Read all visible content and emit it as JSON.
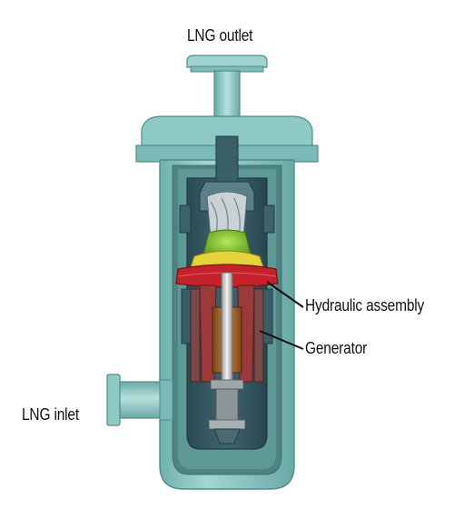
{
  "labels": {
    "outlet": "LNG outlet",
    "inlet": "LNG inlet",
    "hydraulic": "Hydraulic assembly",
    "generator": "Generator"
  },
  "colors": {
    "vessel": "#8ec8c5",
    "vessel_dark": "#5f9f9c",
    "interior": "#2f4f58",
    "runner": "#7fc42e",
    "impeller_yellow": "#e6d23a",
    "diffuser_red": "#c4222b",
    "generator_copper": "#a8682e",
    "shaft": "#d8d8d8"
  }
}
